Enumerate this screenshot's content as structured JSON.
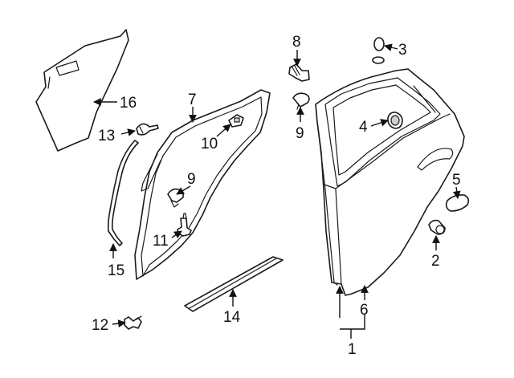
{
  "diagram": {
    "callouts": {
      "c1": "1",
      "c2": "2",
      "c3": "3",
      "c4": "4",
      "c5": "5",
      "c6": "6",
      "c7": "7",
      "c8": "8",
      "c9a": "9",
      "c9b": "9",
      "c10": "10",
      "c11": "11",
      "c12": "12",
      "c13": "13",
      "c14": "14",
      "c15": "15",
      "c16": "16"
    }
  }
}
